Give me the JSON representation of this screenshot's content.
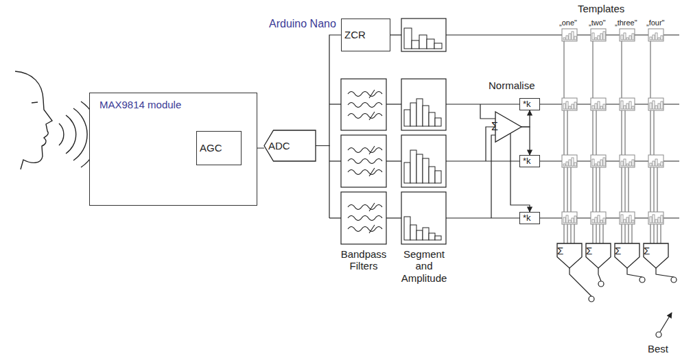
{
  "diagram": {
    "nodes": [
      {
        "text": [
          "MAX9814 module"
        ]
      },
      {
        "text": [
          "AGC"
        ],
        "in": 0
      },
      {
        "text": [
          "ADC"
        ]
      },
      {
        "text": [
          "ZCR"
        ]
      },
      {
        "text": [
          "Σ"
        ]
      },
      {
        "text": [
          "*k"
        ]
      },
      {
        "text": [
          "*k"
        ]
      },
      {
        "text": [
          "*k"
        ]
      },
      {
        "text": [
          "Σ"
        ]
      },
      {
        "text": [
          "Σ"
        ]
      },
      {
        "text": [
          "Σ"
        ]
      },
      {
        "text": [
          "Σ"
        ]
      }
    ],
    "edges": [
      {
        "from": 1,
        "to": 2,
        "arrow": "none"
      },
      {
        "from": 2,
        "to": 3,
        "arrow": "none"
      },
      {
        "from": 4,
        "to": 5,
        "arrow": "to"
      },
      {
        "from": 4,
        "to": 6,
        "arrow": "to"
      },
      {
        "from": 4,
        "to": 7,
        "arrow": "to"
      }
    ],
    "labels": [
      "Arduino Nano",
      "Bandpass Filters",
      "Segment and Amplitude",
      "Normalise",
      "Templates",
      "„one\"",
      "„two\"",
      "„three\"",
      "„four\"",
      "Best"
    ]
  }
}
